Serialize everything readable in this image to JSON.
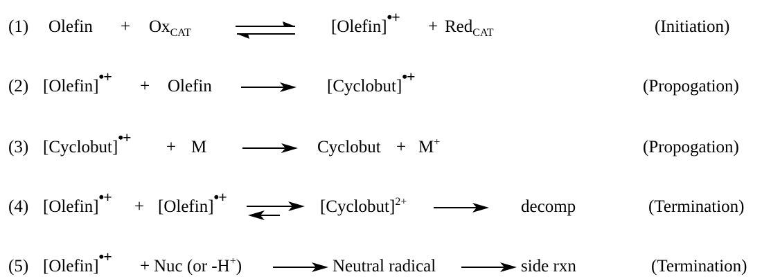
{
  "reactions": [
    {
      "num": "(1)",
      "reactant1": "Olefin",
      "plus1": "+",
      "oxidant_base": "Ox",
      "oxidant_sub": "CAT",
      "arrow": "equilibrium",
      "product1": "[Olefin]",
      "product1_charge": "•+",
      "plus2": "+",
      "reductant_base": "Red",
      "reductant_sub": "CAT",
      "label": "(Initiation)"
    },
    {
      "num": "(2)",
      "reactant1": "[Olefin]",
      "reactant1_charge": "•+",
      "plus": "+",
      "reactant2": "Olefin",
      "arrow": "forward",
      "product": "[Cyclobut]",
      "product_charge": "•+",
      "label": "(Propogation)"
    },
    {
      "num": "(3)",
      "reactant1": "[Cyclobut]",
      "reactant1_charge": "•+",
      "plus1": "+",
      "reactant2": "M",
      "arrow": "forward",
      "product1": "Cyclobut",
      "plus2": "+",
      "product2_base": "M",
      "product2_sup": "+",
      "label": "(Propogation)"
    },
    {
      "num": "(4)",
      "reactant1": "[Olefin]",
      "reactant1_charge": "•+",
      "plus": "+",
      "reactant2": "[Olefin]",
      "reactant2_charge": "•+",
      "arrow1": "equilibrium",
      "product_base": "[Cyclobut]",
      "product_sup": "2+",
      "arrow2": "forward",
      "product2": "decomp",
      "label": "(Termination)"
    },
    {
      "num": "(5)",
      "reactant1": "[Olefin]",
      "reactant1_charge": "•+",
      "plus": "+",
      "reactant2_pre": "Nuc (or -H",
      "reactant2_sup": "+",
      "reactant2_post": ")",
      "arrow1": "forward",
      "product": "Neutral radical",
      "arrow2": "forward",
      "product2": "side rxn",
      "label": "(Termination)"
    }
  ]
}
